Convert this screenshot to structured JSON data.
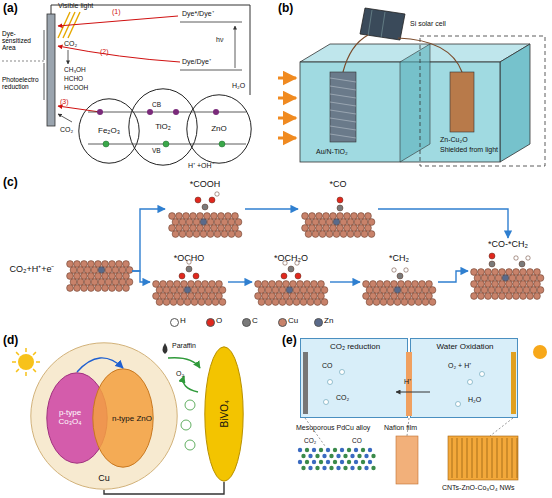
{
  "diagram": {
    "nodes": [
      {
        "text": [
          "Fe₂O₃"
        ]
      },
      {
        "text": [
          "TiO₂"
        ]
      },
      {
        "text": [
          "ZnO"
        ]
      },
      {
        "text": [
          "CO₂+H⁺+e⁻"
        ]
      },
      {
        "text": [
          "*COOH"
        ]
      },
      {
        "text": [
          "*CO"
        ]
      },
      {
        "text": [
          "*OCHO"
        ]
      },
      {
        "text": [
          "*OCH₂O"
        ]
      },
      {
        "text": [
          "*CH₂"
        ]
      },
      {
        "text": [
          "*CO-*CH₂"
        ]
      },
      {
        "text": [
          "Cu"
        ]
      },
      {
        "text": [
          "p-type Co₃O₄"
        ],
        "in": 10
      },
      {
        "text": [
          "n-type ZnO"
        ],
        "in": 10
      },
      {
        "text": [
          "BiVO₄"
        ]
      },
      {
        "text": [
          "CO₂ reduction"
        ]
      },
      {
        "text": [
          "Water Oxidation"
        ]
      }
    ],
    "edges": [
      {
        "from": 3,
        "to": 4,
        "arrow": "to"
      },
      {
        "from": 4,
        "to": 5,
        "arrow": "to"
      },
      {
        "from": 5,
        "to": 9,
        "arrow": "to"
      },
      {
        "from": 3,
        "to": 6,
        "arrow": "to"
      },
      {
        "from": 6,
        "to": 7,
        "arrow": "to"
      },
      {
        "from": 7,
        "to": 8,
        "arrow": "to"
      },
      {
        "from": 8,
        "to": 9,
        "arrow": "to"
      },
      {
        "from": 11,
        "to": 12,
        "arrow": "to"
      },
      {
        "from": 10,
        "to": 13,
        "arrow": "none"
      }
    ],
    "labels": [
      "(a)",
      "Visible light",
      "Dye-sensitized Area",
      "Photoelectro reduction",
      "CO₂",
      "CH₃OH",
      "HCHO",
      "HCOOH",
      "CO₂",
      "Dye*/Dye⁺",
      "Dye/Dye⁺",
      "hν",
      "(1)",
      "(2)",
      "(3)",
      "CB",
      "VB",
      "H₂O",
      "H⁺ +OH⁻",
      "(b)",
      "Si solar cell",
      "Au/N-TiO₂",
      "Zn-Cu₂O",
      "Shielded from light",
      "(c)",
      "(d)",
      "Paraffin",
      "O₂",
      "(e)",
      "CO",
      "CO₂",
      "H⁺",
      "O₂ + H⁺",
      "H₂O",
      "Mesoporous PdCu alloy",
      "CO₂",
      "CO",
      "Nafion film",
      "CNTs-ZnO-Co₃O₄ NWs"
    ],
    "legend": [
      {
        "text": "H",
        "color": "#ffffff"
      },
      {
        "text": "O",
        "color": "#e0281e"
      },
      {
        "text": "C",
        "color": "#7a7a7a"
      },
      {
        "text": "Cu",
        "color": "#c8826a"
      },
      {
        "text": "Zn",
        "color": "#5a6a8a"
      }
    ]
  }
}
